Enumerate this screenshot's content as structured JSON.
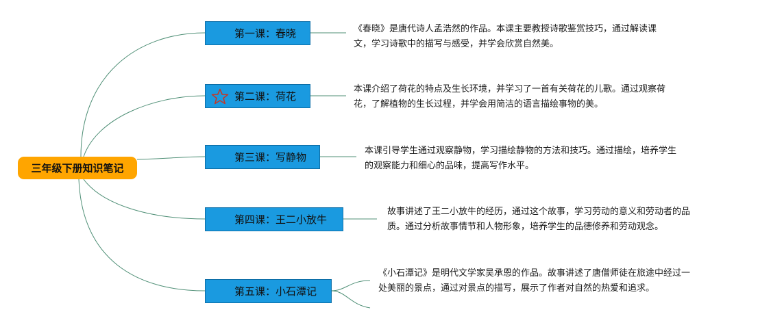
{
  "central_topic": "三年级下册知识笔记",
  "lessons": [
    {
      "title": "第一课：春晓",
      "has_star": false,
      "notes": [
        "《春晓》是唐代诗人孟浩然的作品。本课主要教授诗歌鉴赏技巧，通过解读课",
        "文，学习诗歌中的描写与感受，并学会欣赏自然美。"
      ]
    },
    {
      "title": "第二课：荷花",
      "has_star": true,
      "notes": [
        "本课介绍了荷花的特点及生长环境，并学习了一首有关荷花的儿歌。通过观察荷",
        "花，了解植物的生长过程，并学会用简洁的语言描绘事物的美。"
      ]
    },
    {
      "title": "第三课：写静物",
      "has_star": false,
      "notes": [
        "本课引导学生通过观察静物，学习描绘静物的方法和技巧。通过描绘，培养学生",
        "的观察能力和细心的品味，提高写作水平。"
      ]
    },
    {
      "title": "第四课：王二小放牛",
      "has_star": false,
      "notes": [
        "故事讲述了王二小放牛的经历，通过这个故事，学习劳动的意义和劳动者的品",
        "质。通过分析故事情节和人物形象，培养学生的品德修养和劳动观念。"
      ]
    },
    {
      "title": "第五课：小石潭记",
      "has_star": false,
      "notes": [
        "《小石潭记》是明代文学家吴承恩的作品。故事讲述了唐僧师徒在旅途中经过一",
        "处美丽的景点，通过对景点的描写，展示了作者对自然的热爱和追求。"
      ]
    }
  ],
  "colors": {
    "central_fill": "#ffa500",
    "topic_fill": "#1a9ae0",
    "connector": "#4f8f76",
    "star_outline": "#c0392b"
  },
  "icons": {
    "star": "star-icon"
  }
}
